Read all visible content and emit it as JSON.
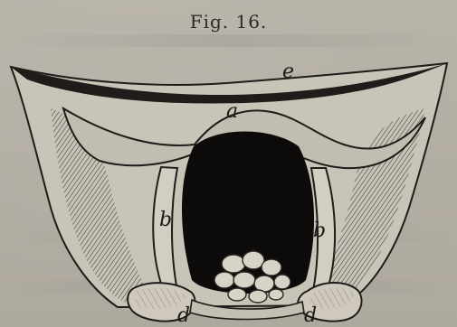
{
  "figure": {
    "caption": "Fig. 16.",
    "labels": {
      "e": "e",
      "a": "a",
      "b_left": "b",
      "b_right": "b",
      "d_left": "d",
      "d_right": "d"
    }
  }
}
